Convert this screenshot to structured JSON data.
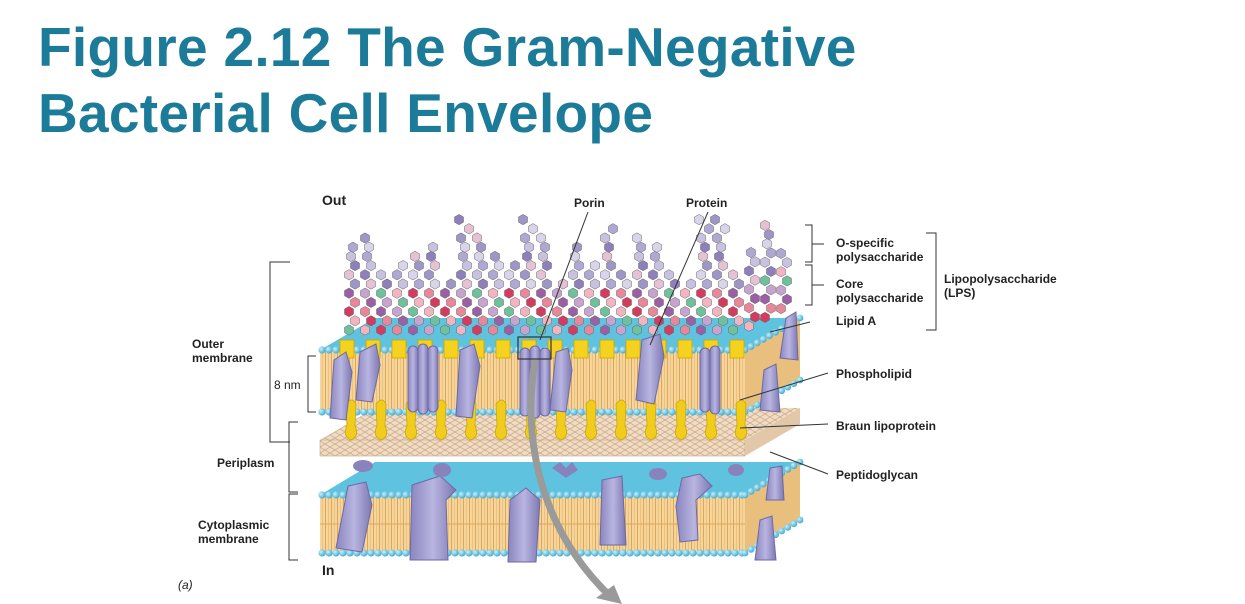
{
  "title": {
    "line1": "Figure 2.12 The Gram-Negative",
    "line2": "Bacterial Cell Envelope"
  },
  "colors": {
    "title": "#1d7b9a",
    "membrane_core": "#f2c98a",
    "head_group": "#5fc3e0",
    "protein": "#a8a4d2",
    "lipid_a": "#f5d21f"
  },
  "labels": {
    "out": "Out",
    "in": "In",
    "porin": "Porin",
    "protein": "Protein",
    "o_specific": "O-specific\npolysaccharide",
    "core_poly": "Core\npolysaccharide",
    "lipid_a": "Lipid A",
    "lps": "Lipopolysaccharide\n(LPS)",
    "phospholipid": "Phospholipid",
    "braun": "Braun lipoprotein",
    "peptidoglycan": "Peptidoglycan",
    "outer_membrane": "Outer\nmembrane",
    "thickness": "8 nm",
    "periplasm": "Periplasm",
    "cytoplasmic_membrane": "Cytoplasmic\nmembrane",
    "panel": "(a)"
  }
}
